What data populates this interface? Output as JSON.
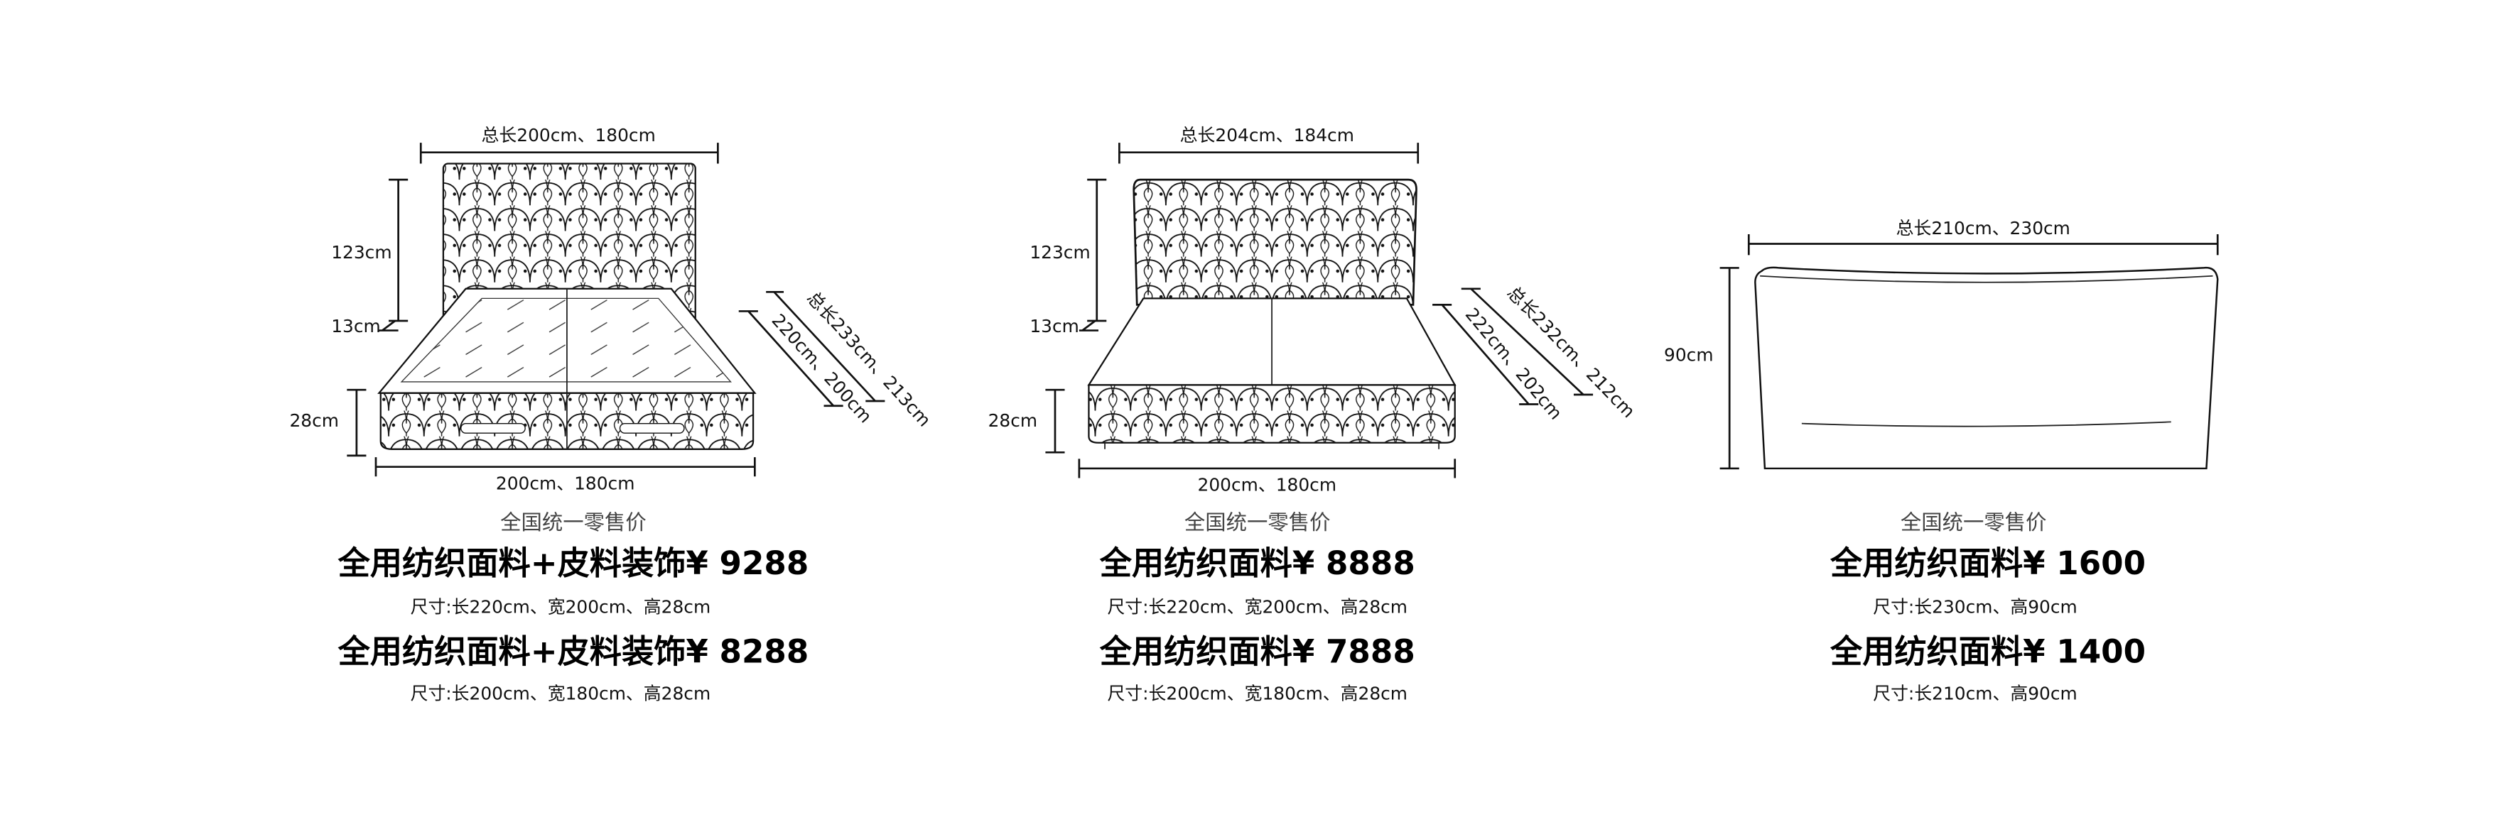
{
  "panels": [
    {
      "dims": {
        "top": "总长200cm、180cm",
        "headboard_height": "123cm",
        "gap": "13cm",
        "base_height": "28cm",
        "bottom": "200cm、180cm",
        "diag_inner": "220cm、200cm",
        "diag_outer": "总长233cm、213cm"
      },
      "price_heading": "全国统一零售价",
      "options": [
        {
          "label": "全用纺织面料+皮料装饰¥ 9288",
          "size": "尺寸:长220cm、宽200cm、高28cm"
        },
        {
          "label": "全用纺织面料+皮料装饰¥ 8288",
          "size": "尺寸:长200cm、宽180cm、高28cm"
        }
      ]
    },
    {
      "dims": {
        "top": "总长204cm、184cm",
        "headboard_height": "123cm",
        "gap": "13cm",
        "base_height": "28cm",
        "bottom": "200cm、180cm",
        "diag_inner": "222cm、202cm",
        "diag_outer": "总长232cm、212cm"
      },
      "price_heading": "全国统一零售价",
      "options": [
        {
          "label": "全用纺织面料¥ 8888",
          "size": "尺寸:长220cm、宽200cm、高28cm"
        },
        {
          "label": "全用纺织面料¥ 7888",
          "size": "尺寸:长200cm、宽180cm、高28cm"
        }
      ]
    },
    {
      "dims": {
        "top": "总长210cm、230cm",
        "height": "90cm"
      },
      "price_heading": "全国统一零售价",
      "options": [
        {
          "label": "全用纺织面料¥ 1600",
          "size": "尺寸:长230cm、高90cm"
        },
        {
          "label": "全用纺织面料¥ 1400",
          "size": "尺寸:长210cm、高90cm"
        }
      ]
    }
  ]
}
